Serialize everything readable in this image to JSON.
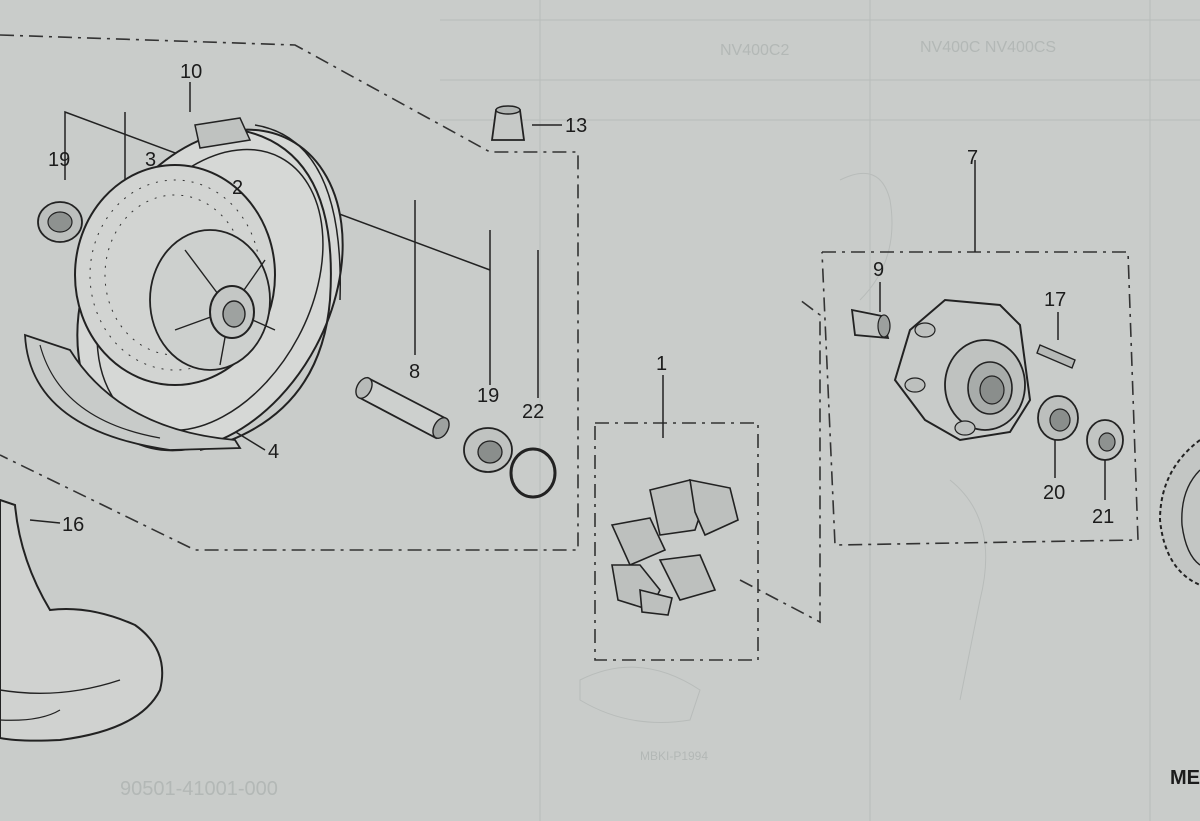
{
  "diagram": {
    "callouts": {
      "c1": "1",
      "c2": "2",
      "c3": "3",
      "c4": "4",
      "c7": "7",
      "c8": "8",
      "c9": "9",
      "c10": "10",
      "c13": "13",
      "c16": "16",
      "c17": "17",
      "c19a": "19",
      "c19b": "19",
      "c20": "20",
      "c21": "21",
      "c22": "22"
    },
    "corner_text": "ME"
  },
  "background_print": {
    "model_header": "NV400C2",
    "model_header_b": "NV400C NV400CS",
    "ref_no": "MBKI-P1994",
    "part_no": "90501-41001-000"
  },
  "colors": {
    "paper": "#c9ccca",
    "ink": "#222222",
    "ghost_print": "#b3b8b6"
  }
}
